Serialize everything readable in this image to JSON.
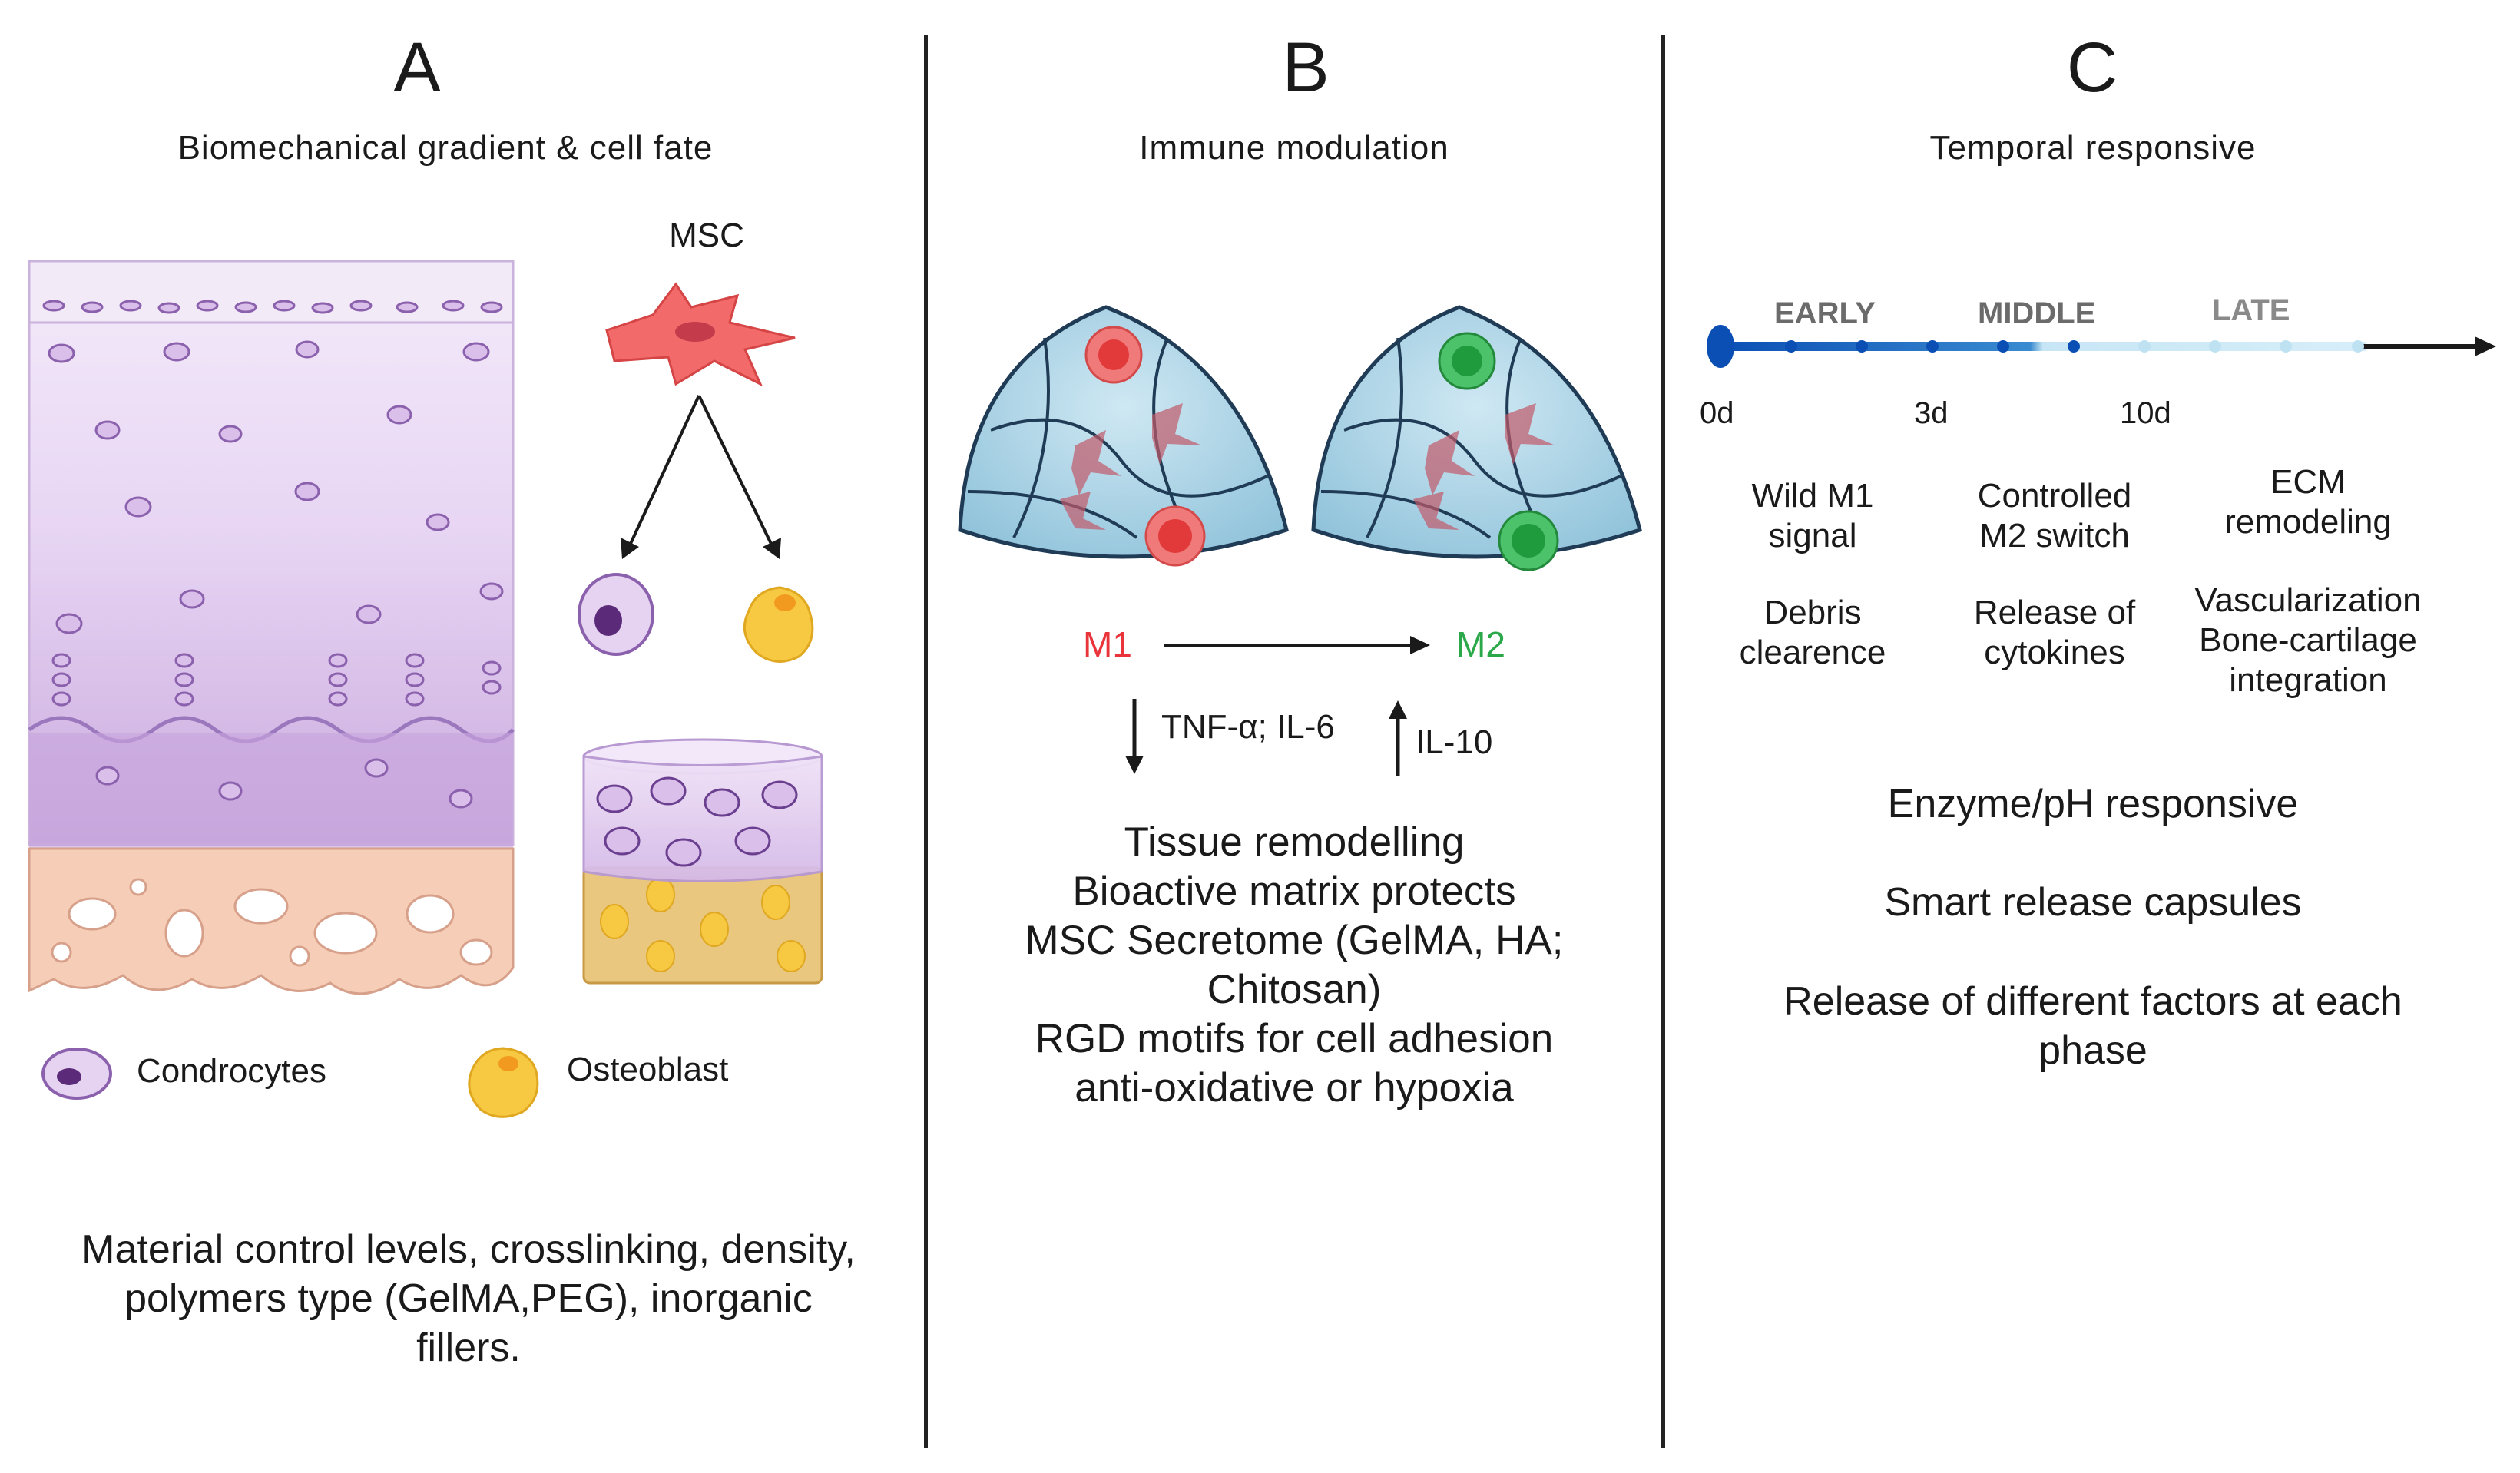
{
  "panels": {
    "a": {
      "letter": "A",
      "subtitle": "Biomechanical gradient & cell fate",
      "msc_label": "MSC",
      "legend_condrocytes": "Condrocytes",
      "legend_osteoblast": "Osteoblast",
      "caption_lines": [
        "Material control levels, crosslinking, density,",
        "polymers type (GelMA,PEG), inorganic",
        "fillers."
      ]
    },
    "b": {
      "letter": "B",
      "subtitle": "Immune modulation",
      "m1": "M1",
      "m2": "M2",
      "down_label": "TNF-α; IL-6",
      "up_label": "IL-10",
      "lines": [
        "Tissue remodelling",
        "Bioactive matrix protects",
        "MSC Secretome (GelMA, HA;",
        "Chitosan)",
        "RGD motifs for cell adhesion",
        "anti-oxidative or hypoxia"
      ]
    },
    "c": {
      "letter": "C",
      "subtitle": "Temporal responsive",
      "phases": [
        "EARLY",
        "MIDDLE",
        "LATE"
      ],
      "days": [
        "0d",
        "3d",
        "10d"
      ],
      "early_1": [
        "Wild M1",
        "signal"
      ],
      "early_2": [
        "Debris",
        "clearence"
      ],
      "middle_1": [
        "Controlled",
        "M2 switch"
      ],
      "middle_2": [
        "Release of",
        "cytokines"
      ],
      "late_1": [
        "ECM",
        "remodeling"
      ],
      "late_2": [
        "Vascularization",
        "Bone-cartilage",
        "integration"
      ],
      "feature_1": "Enzyme/pH responsive",
      "feature_2": "Smart release capsules",
      "feature_3": [
        "Release of different factors at each",
        "phase"
      ]
    }
  },
  "colors": {
    "m1": "#e8343a",
    "m2": "#2aa84a",
    "timeline_dark": "#0b4fb5",
    "timeline_light": "#c7e6f5",
    "cartilage": "#e6d3f2",
    "bone": "#f6cdb6"
  }
}
